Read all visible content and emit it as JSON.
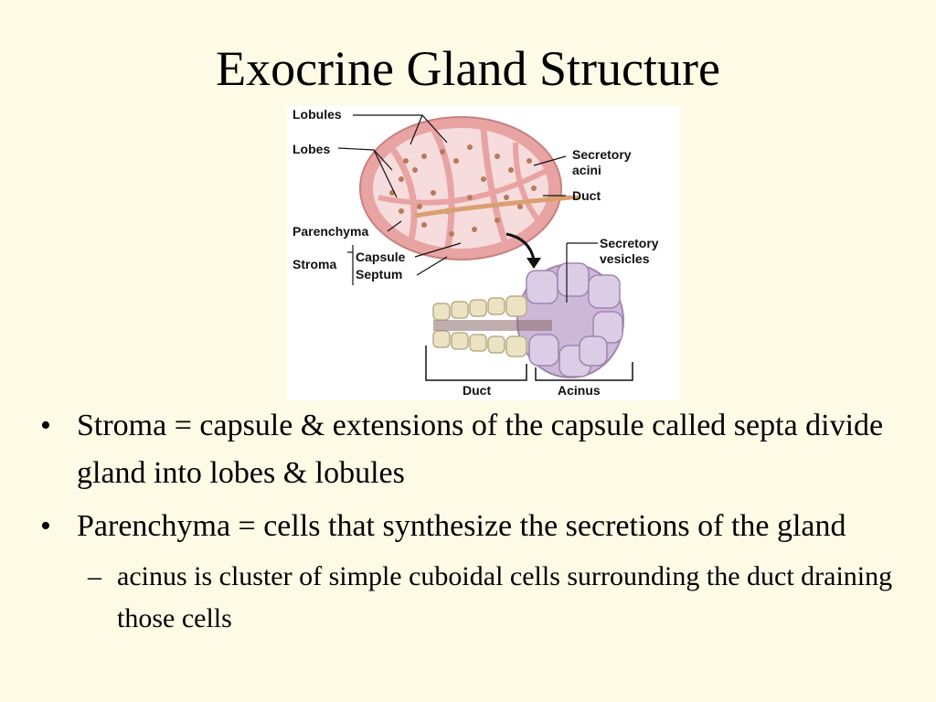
{
  "slide": {
    "title": "Exocrine Gland Structure"
  },
  "figure": {
    "labels": {
      "lobules": "Lobules",
      "lobes": "Lobes",
      "parenchyma": "Parenchyma",
      "stroma": "Stroma",
      "capsule": "Capsule",
      "septum": "Septum",
      "secretory_acini_1": "Secretory",
      "secretory_acini_2": "acini",
      "duct_top": "Duct",
      "secretory_vesicles_1": "Secretory",
      "secretory_vesicles_2": "vesicles",
      "duct_bottom": "Duct",
      "acinus": "Acinus"
    },
    "colors": {
      "capsule": "#e8a3a3",
      "lobe_fill": "#f6dcdc",
      "acini": "#b97a5a",
      "duct": "#d8a070",
      "acinus_cell": "#cdb8d8",
      "duct_cell": "#ece3c4"
    }
  },
  "bullets": [
    {
      "text": "Stroma = capsule & extensions of the capsule called septa divide gland into lobes & lobules"
    },
    {
      "text": "Parenchyma = cells that synthesize the secretions of the gland"
    }
  ],
  "sub_bullets": [
    {
      "text": "acinus is cluster of simple cuboidal cells surrounding the duct draining those cells"
    }
  ],
  "markers": {
    "bullet": "•",
    "dash": "–"
  }
}
